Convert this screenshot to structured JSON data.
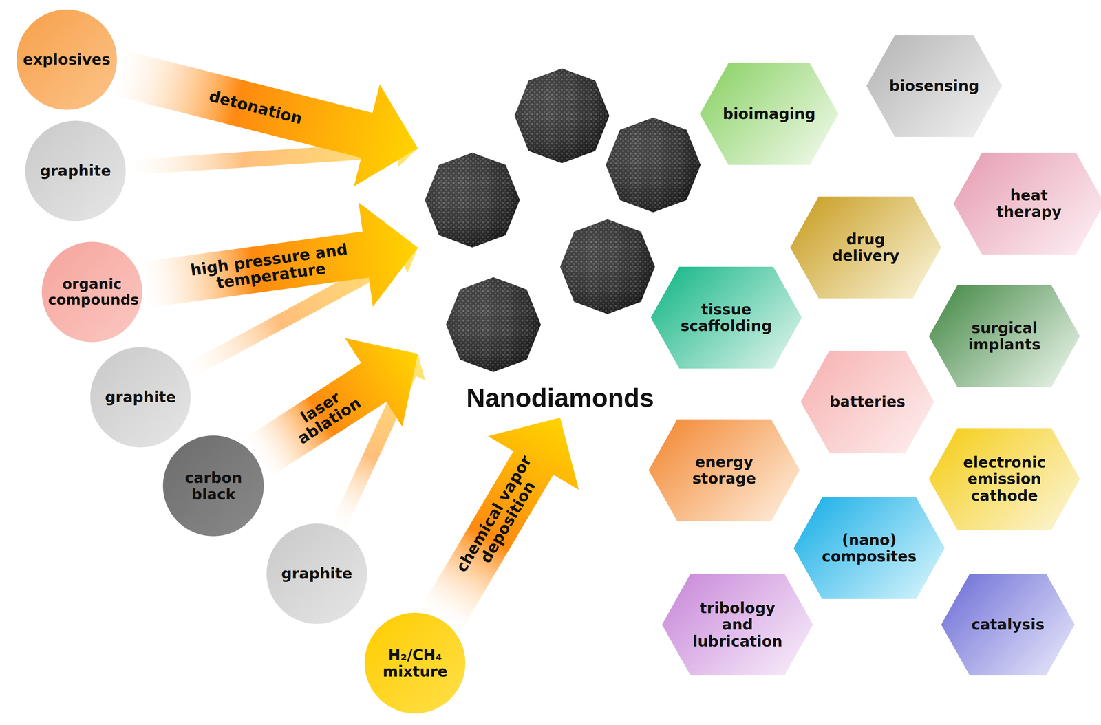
{
  "diagram": {
    "nodes": [
      {
        "text": [
          "explosives"
        ]
      },
      {
        "text": [
          "graphite"
        ]
      },
      {
        "text": [
          "organic compounds"
        ]
      },
      {
        "text": [
          "graphite"
        ]
      },
      {
        "text": [
          "carbon black"
        ]
      },
      {
        "text": [
          "graphite"
        ]
      },
      {
        "text": [
          "H₂/CH₄ mixture"
        ]
      },
      {
        "text": [
          "Nanodiamonds"
        ]
      },
      {
        "text": [
          "biosensing"
        ]
      },
      {
        "text": [
          "bioimaging"
        ]
      },
      {
        "text": [
          "heat therapy"
        ]
      },
      {
        "text": [
          "drug delivery"
        ]
      },
      {
        "text": [
          "tissue scaffolding"
        ]
      },
      {
        "text": [
          "surgical implants"
        ]
      },
      {
        "text": [
          "batteries"
        ]
      },
      {
        "text": [
          "energy storage"
        ]
      },
      {
        "text": [
          "electronic emission cathode"
        ]
      },
      {
        "text": [
          "(nano) composites"
        ]
      },
      {
        "text": [
          "tribology and lubrication"
        ]
      },
      {
        "text": [
          "catalysis"
        ]
      }
    ],
    "edges": [
      {
        "from": 0,
        "to": 7,
        "arrow": "to",
        "label": "detonation"
      },
      {
        "from": 1,
        "to": 7,
        "arrow": "to"
      },
      {
        "from": 2,
        "to": 7,
        "arrow": "to",
        "label": "high pressure and temperature"
      },
      {
        "from": 3,
        "to": 7,
        "arrow": "to"
      },
      {
        "from": 4,
        "to": 7,
        "arrow": "to",
        "label": "laser ablation"
      },
      {
        "from": 5,
        "to": 7,
        "arrow": "to"
      },
      {
        "from": 6,
        "to": 7,
        "arrow": "to",
        "label": "chemical vapor deposition"
      }
    ]
  }
}
